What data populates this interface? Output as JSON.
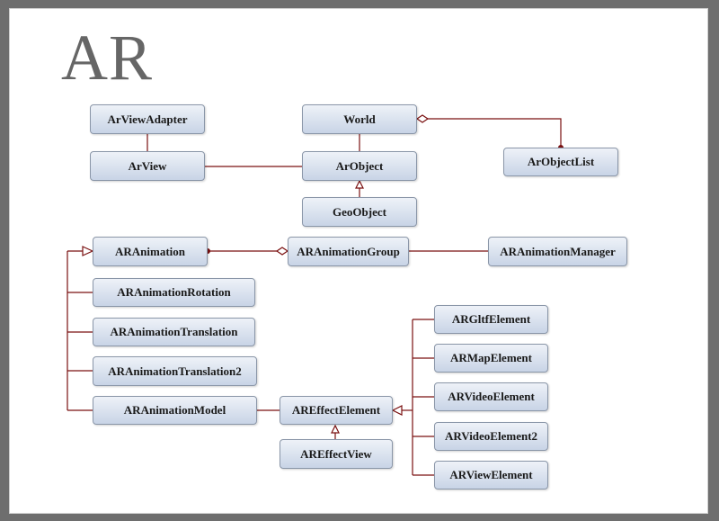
{
  "title": "AR",
  "colors": {
    "edge": "#7a1010",
    "node_top": "#eef2f8",
    "node_bottom": "#c8d4e6",
    "node_border": "#8a96a8"
  },
  "nodes": {
    "arviewadapter": "ArViewAdapter",
    "world": "World",
    "arobjectlist": "ArObjectList",
    "arview": "ArView",
    "arobject": "ArObject",
    "geoobject": "GeoObject",
    "aranimation": "ARAnimation",
    "aranimationgroup": "ARAnimationGroup",
    "aranimationmanager": "ARAnimationManager",
    "aranimationrotation": "ARAnimationRotation",
    "aranimationtranslation": "ARAnimationTranslation",
    "aranimationtranslation2": "ARAnimationTranslation2",
    "aranimationmodel": "ARAnimationModel",
    "areffectelement": "AREffectElement",
    "areffectview": "AREffectView",
    "argltfelement": "ARGltfElement",
    "armapelement": "ARMapElement",
    "arvideoelement": "ARVideoElement",
    "arvideoelement2": "ARVideoElement2",
    "arviewelement": "ARViewElement"
  }
}
